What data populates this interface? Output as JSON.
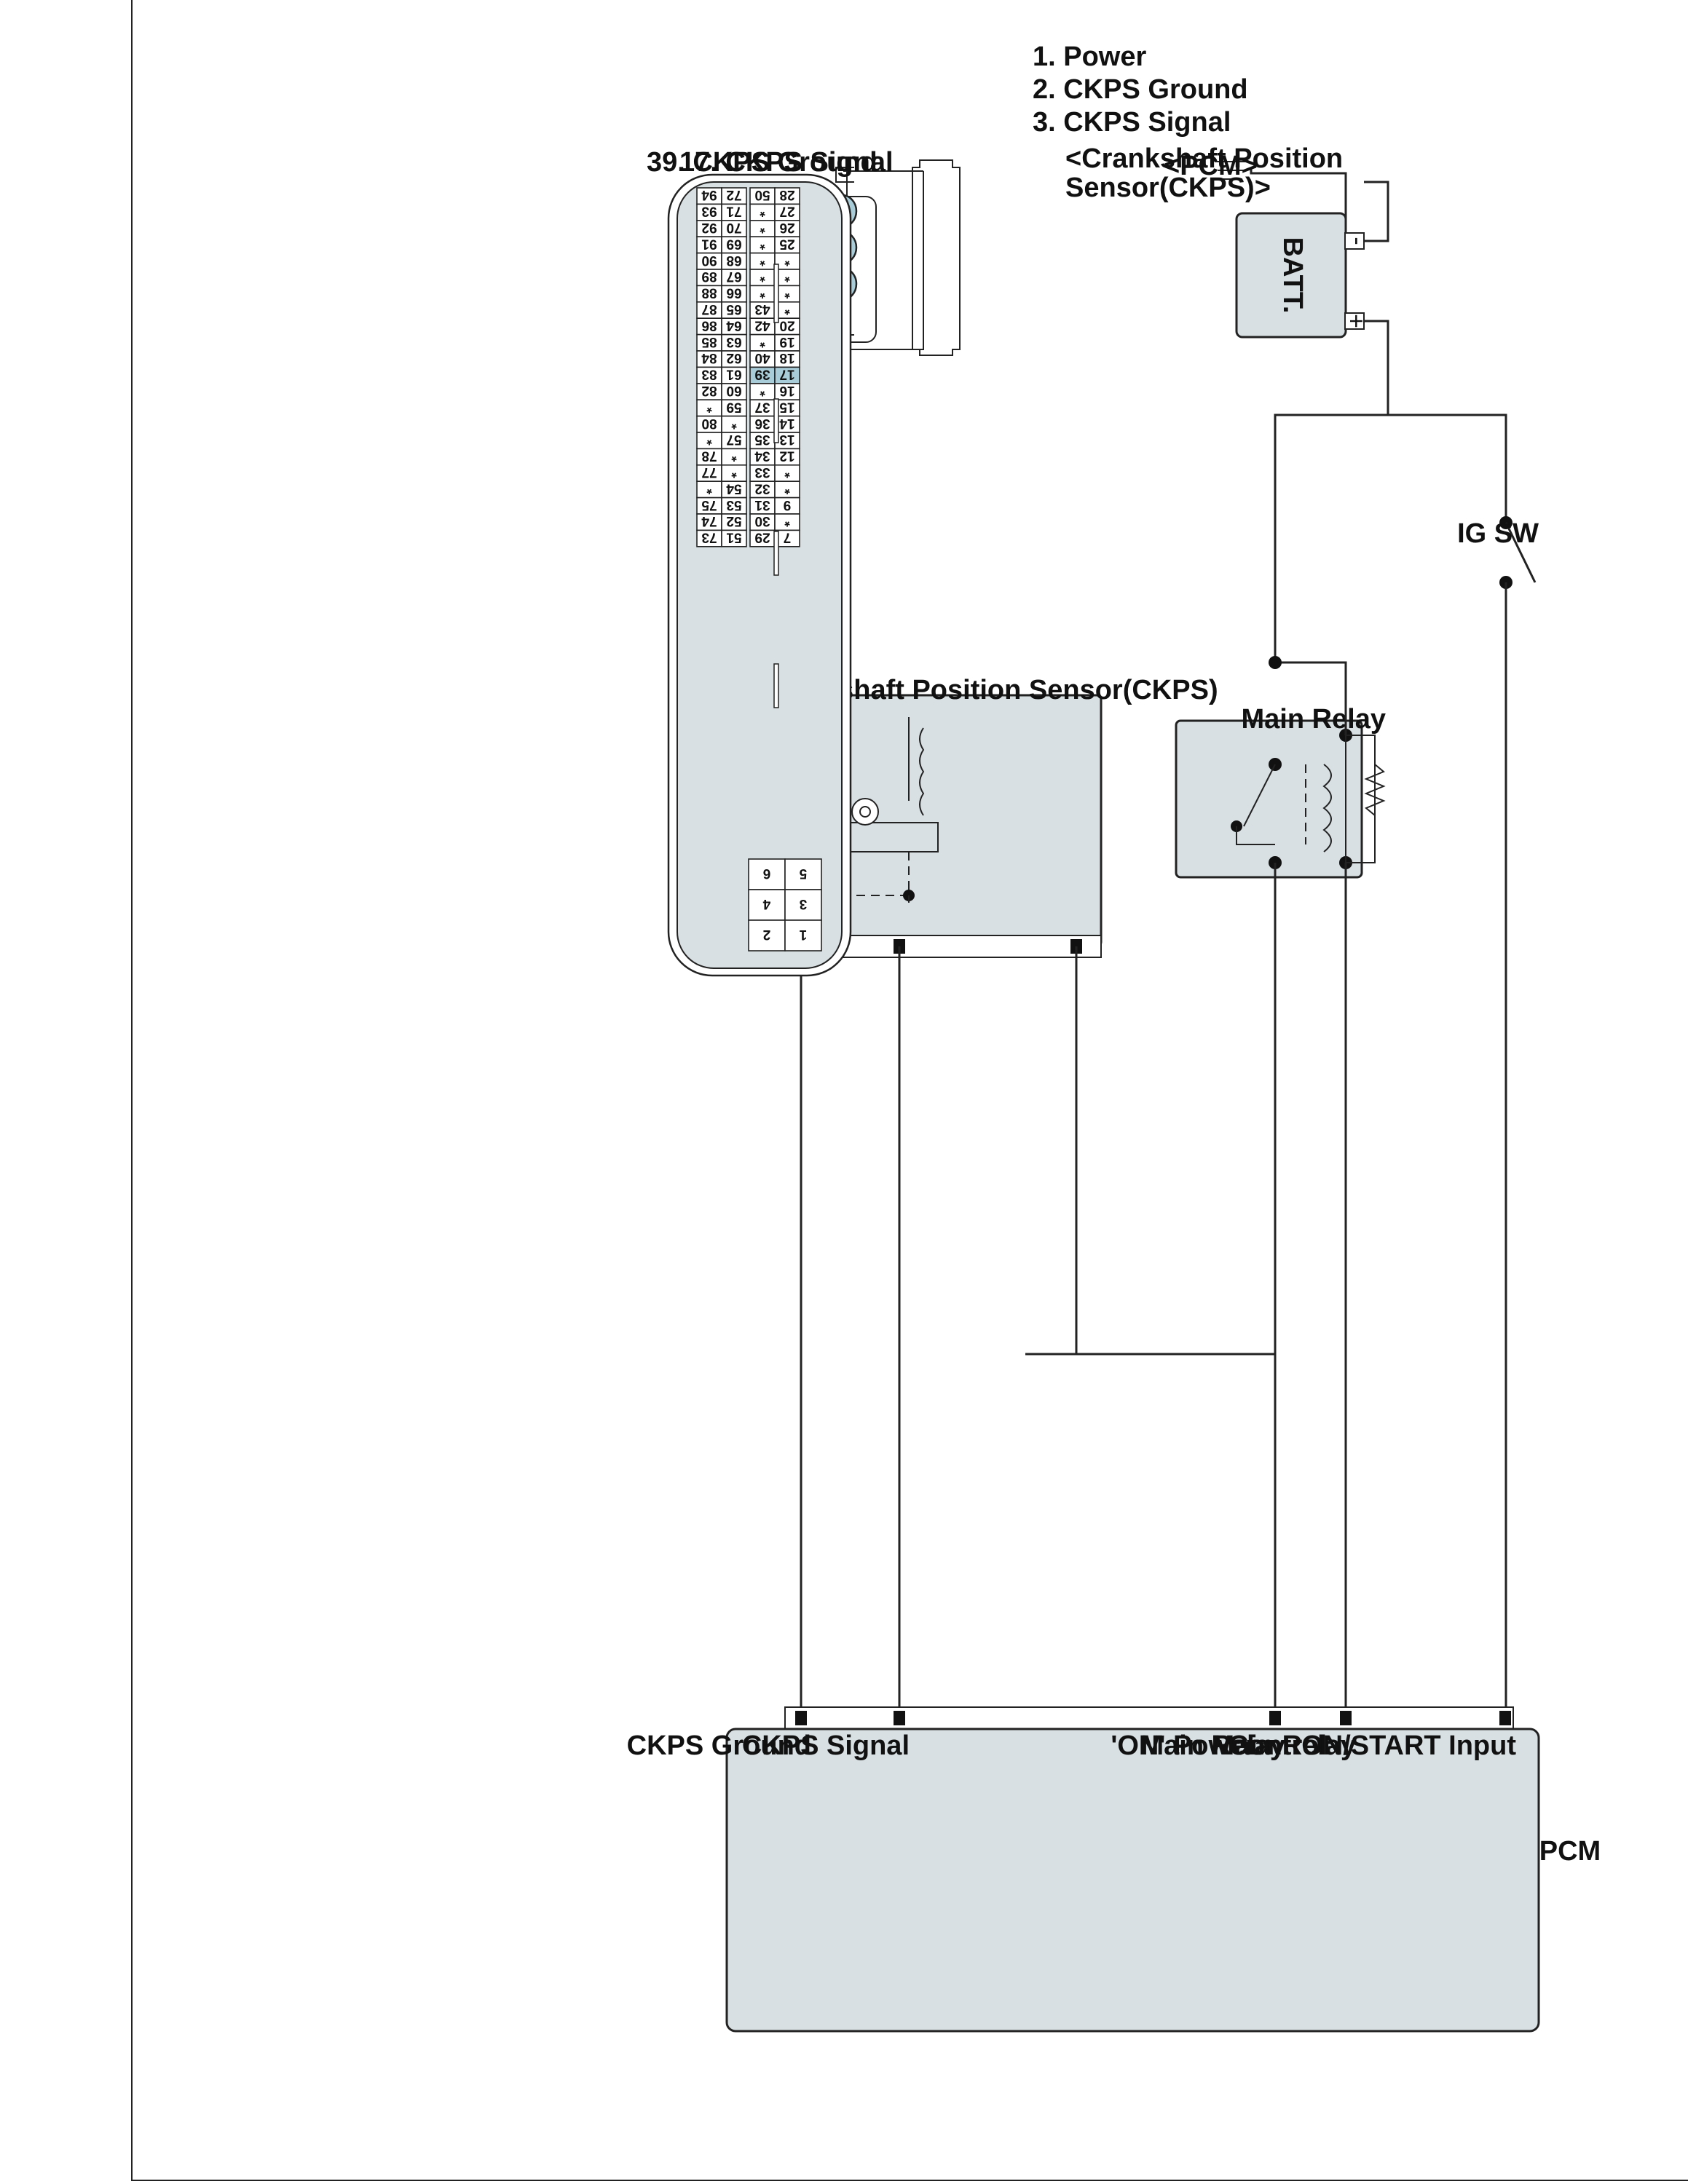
{
  "components": {
    "battery": {
      "label": "BATT.",
      "neg": "-",
      "pos": "+"
    },
    "ignition_switch": {
      "label": "IG SW"
    },
    "main_relay": {
      "label": "Main Relay"
    },
    "ckps_sensor": {
      "label": "Crankshaft Position Sensor(CKPS)"
    },
    "pcm": {
      "label": "PCM",
      "pins": [
        {
          "id": "on-start-input",
          "line1": "ON/START Input",
          "line2": ""
        },
        {
          "id": "main-relay-control",
          "line1": "Main Relay",
          "line2": "Control"
        },
        {
          "id": "main-relay-on-power",
          "line1": "Main Relay",
          "line2": "'ON' Power"
        },
        {
          "id": "ckps-signal",
          "line1": "CKPS Signal",
          "line2": ""
        },
        {
          "id": "ckps-ground",
          "line1": "CKPS Ground",
          "line2": ""
        }
      ]
    }
  },
  "ckps_connector": {
    "title_line1": "<Crankshaft Position",
    "title_line2": "Sensor(CKPS)>",
    "pins": [
      "1",
      "2",
      "3"
    ],
    "legend": [
      "1. Power",
      "2. CKPS Ground",
      "3. CKPS Signal"
    ]
  },
  "pcm_connector": {
    "title": "<PCM>",
    "legend": [
      "17. CKPS Signal",
      "39. CKPS Ground"
    ],
    "highlight": [
      "39",
      "17"
    ],
    "rows": [
      [
        "94",
        "93",
        "92",
        "91",
        "90",
        "89",
        "88",
        "87",
        "86",
        "85",
        "84",
        "83",
        "82",
        "*",
        "80",
        "*",
        "78",
        "77",
        "*",
        "75",
        "74",
        "73"
      ],
      [
        "72",
        "71",
        "70",
        "69",
        "68",
        "67",
        "66",
        "65",
        "64",
        "63",
        "62",
        "61",
        "60",
        "59",
        "*",
        "57",
        "*",
        "*",
        "54",
        "53",
        "52",
        "51"
      ],
      [
        "50",
        "*",
        "*",
        "*",
        "*",
        "*",
        "*",
        "43",
        "42",
        "*",
        "40",
        "39",
        "*",
        "37",
        "36",
        "35",
        "34",
        "33",
        "32",
        "31",
        "30",
        "29"
      ],
      [
        "28",
        "27",
        "26",
        "25",
        "*",
        "*",
        "*",
        "*",
        "20",
        "19",
        "18",
        "17",
        "16",
        "15",
        "14",
        "13",
        "12",
        "*",
        "*",
        "9",
        "*",
        "7"
      ]
    ],
    "small_block": [
      [
        "6",
        "5"
      ],
      [
        "4",
        "3"
      ],
      [
        "2",
        "1"
      ]
    ]
  }
}
